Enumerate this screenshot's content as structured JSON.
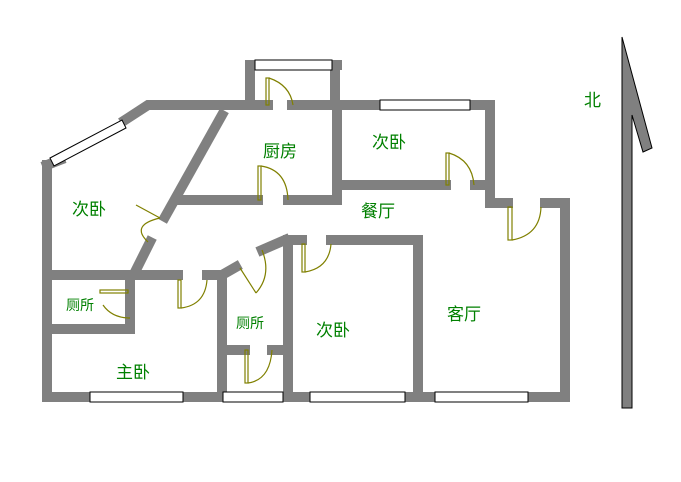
{
  "rooms": {
    "kitchen": "厨房",
    "bedroom_nw": "次卧",
    "bedroom_ne": "次卧",
    "dining": "餐厅",
    "living": "客厅",
    "toilet_left": "厕所",
    "toilet_mid": "厕所",
    "bedroom_s": "次卧",
    "master": "主卧"
  },
  "compass": {
    "north": "北"
  },
  "colors": {
    "wall": "#808080",
    "label": "#008000",
    "door": "#808000"
  }
}
